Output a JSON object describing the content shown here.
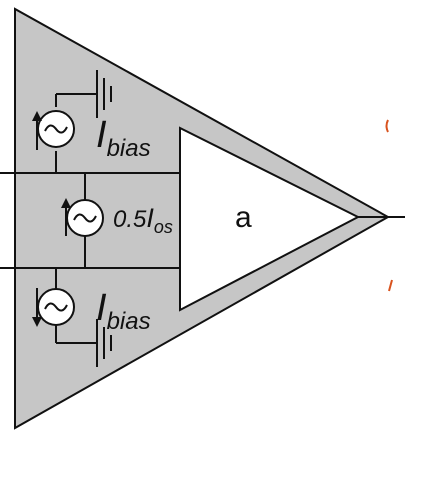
{
  "diagram": {
    "top_source_label": {
      "main": "I",
      "sub": "bias"
    },
    "middle_source_label": {
      "prefix": "0.5",
      "main": "I",
      "sub": "os"
    },
    "bottom_source_label": {
      "main": "I",
      "sub": "bias"
    },
    "amplifier_gain_label": "a"
  },
  "colors": {
    "fill_gray": "#c6c6c6",
    "stroke": "#111111",
    "accent_marks": "#d9531e"
  },
  "icons": [
    "current-source-icon",
    "ground-icon",
    "arrow-up-icon",
    "arrow-down-icon"
  ]
}
